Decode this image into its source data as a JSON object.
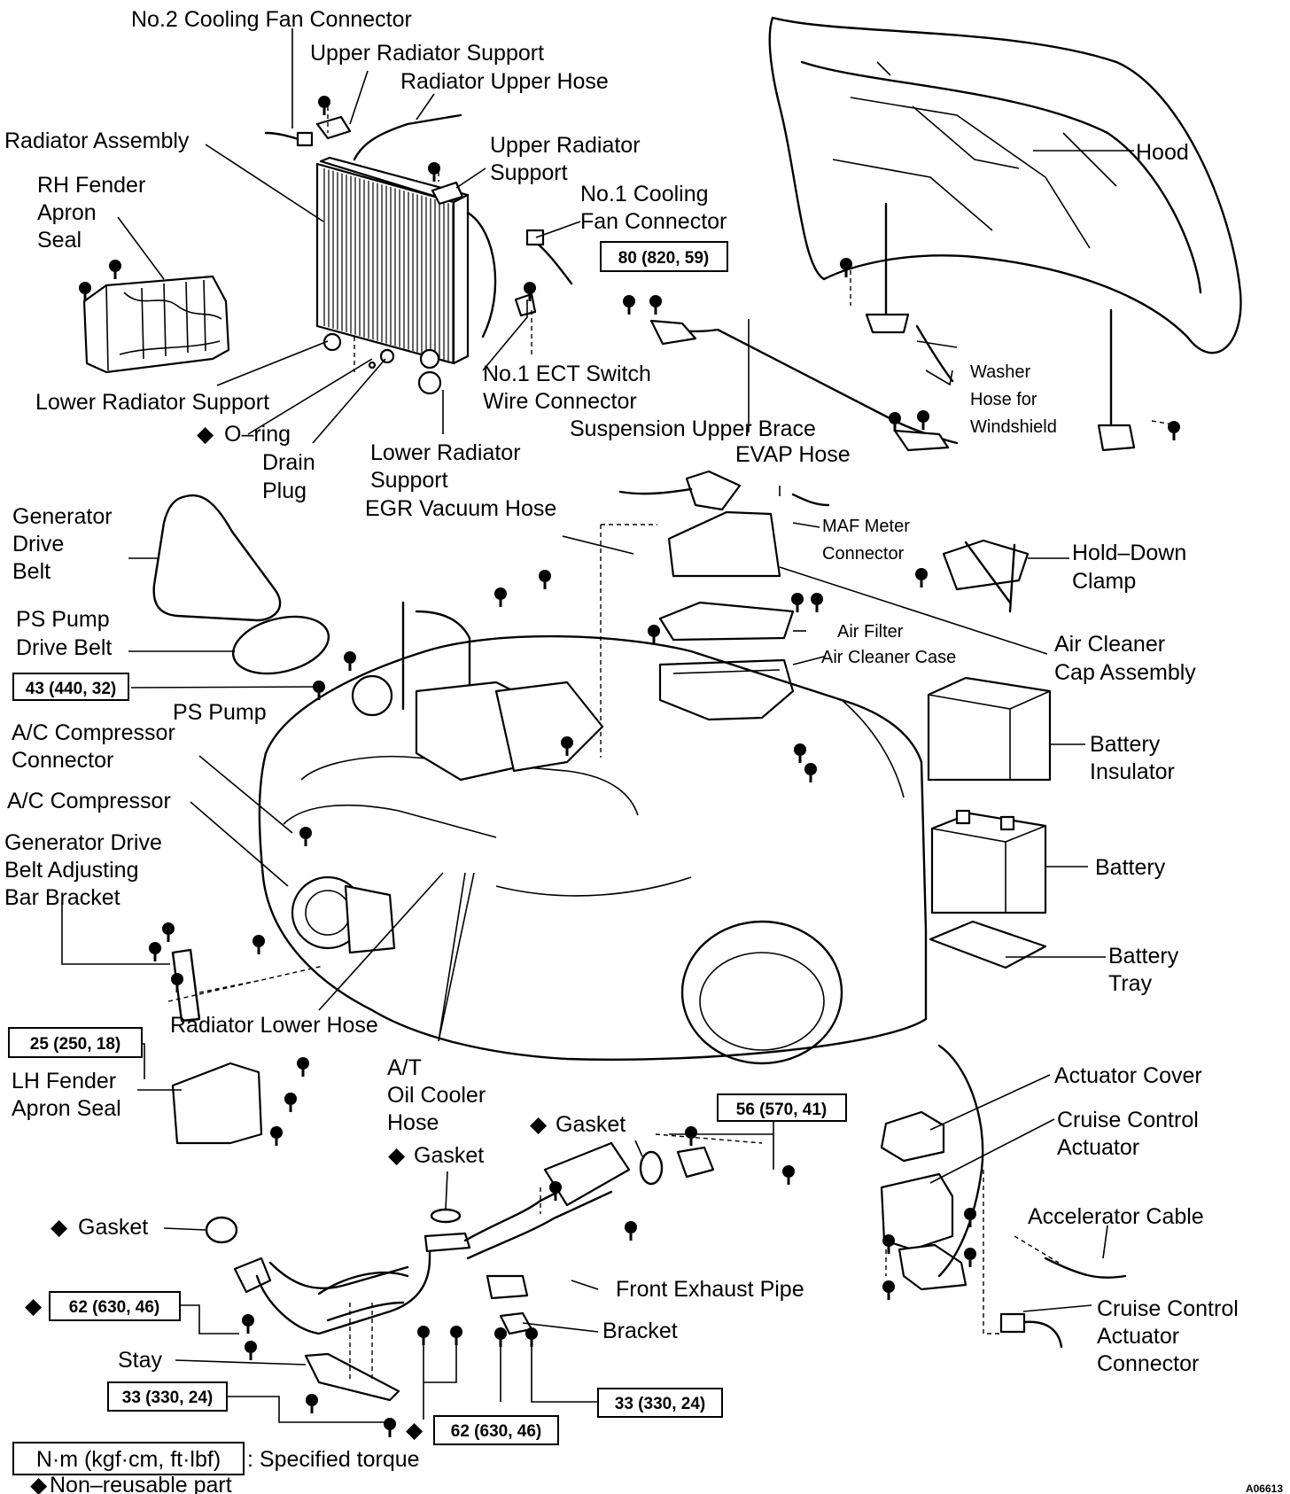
{
  "labels": {
    "no2_cooling_fan_connector": "No.2 Cooling Fan Connector",
    "upper_radiator_support_1": "Upper Radiator Support",
    "radiator_upper_hose": "Radiator Upper Hose",
    "radiator_assembly": "Radiator Assembly",
    "upper_radiator_support_2_l1": "Upper Radiator",
    "upper_radiator_support_2_l2": "Support",
    "rh_fender_l1": "RH Fender",
    "rh_fender_l2": "Apron",
    "rh_fender_l3": "Seal",
    "no1_cooling_l1": "No.1 Cooling",
    "no1_cooling_l2": "Fan Connector",
    "hood": "Hood",
    "lower_radiator_support_1": "Lower Radiator Support",
    "no1_ect_l1": "No.1 ECT Switch",
    "no1_ect_l2": "Wire Connector",
    "washer_l1": "Washer",
    "washer_l2": "Hose for",
    "washer_l3": "Windshield",
    "oring": "O–ring",
    "drain_l1": "Drain",
    "drain_l2": "Plug",
    "lower_radiator_support_2_l1": "Lower Radiator",
    "lower_radiator_support_2_l2": "Support",
    "suspension_upper_brace": "Suspension Upper Brace",
    "evap_hose": "EVAP Hose",
    "egr_vacuum_hose": "EGR Vacuum Hose",
    "gen_drive_belt_l1": "Generator",
    "gen_drive_belt_l2": "Drive",
    "gen_drive_belt_l3": "Belt",
    "maf_l1": "MAF Meter",
    "maf_l2": "Connector",
    "hold_down_l1": "Hold–Down",
    "hold_down_l2": "Clamp",
    "ps_pump_belt_l1": "PS Pump",
    "ps_pump_belt_l2": "Drive Belt",
    "air_filter": "Air Filter",
    "air_cleaner_case": "Air Cleaner Case",
    "air_cleaner_cap_l1": "Air Cleaner",
    "air_cleaner_cap_l2": "Cap Assembly",
    "ps_pump": "PS Pump",
    "ac_comp_conn_l1": "A/C Compressor",
    "ac_comp_conn_l2": "Connector",
    "battery_insulator_l1": "Battery",
    "battery_insulator_l2": "Insulator",
    "ac_compressor": "A/C Compressor",
    "gen_bracket_l1": "Generator Drive",
    "gen_bracket_l2": "Belt Adjusting",
    "gen_bracket_l3": "Bar Bracket",
    "battery": "Battery",
    "battery_tray_l1": "Battery",
    "battery_tray_l2": "Tray",
    "radiator_lower_hose": "Radiator Lower Hose",
    "at_l1": "A/T",
    "at_l2": "Oil Cooler",
    "at_l3": "Hose",
    "lh_fender_l1": "LH Fender",
    "lh_fender_l2": "Apron Seal",
    "actuator_cover": "Actuator Cover",
    "cruise_actuator_l1": "Cruise Control",
    "cruise_actuator_l2": "Actuator",
    "gasket_1": "Gasket",
    "gasket_2": "Gasket",
    "gasket_3": "Gasket",
    "accelerator_cable": "Accelerator Cable",
    "front_exhaust_pipe": "Front Exhaust Pipe",
    "bracket": "Bracket",
    "stay": "Stay",
    "cruise_conn_l1": "Cruise Control",
    "cruise_conn_l2": "Actuator",
    "cruise_conn_l3": "Connector",
    "specified_torque": ": Specified torque",
    "non_reusable": "Non–reusable part",
    "figure_code": "A06613"
  },
  "torques": {
    "t_80": "80 (820, 59)",
    "t_43": "43 (440, 32)",
    "t_25": "25 (250, 18)",
    "t_56": "56 (570, 41)",
    "t_62a": "62 (630, 46)",
    "t_33a": "33 (330, 24)",
    "t_33b": "33 (330, 24)",
    "t_62b": "62 (630, 46)",
    "legend_units": "N·m (kgf·cm, ft·lbf)"
  },
  "symbols": {
    "non_reusable_mark": "◆"
  }
}
